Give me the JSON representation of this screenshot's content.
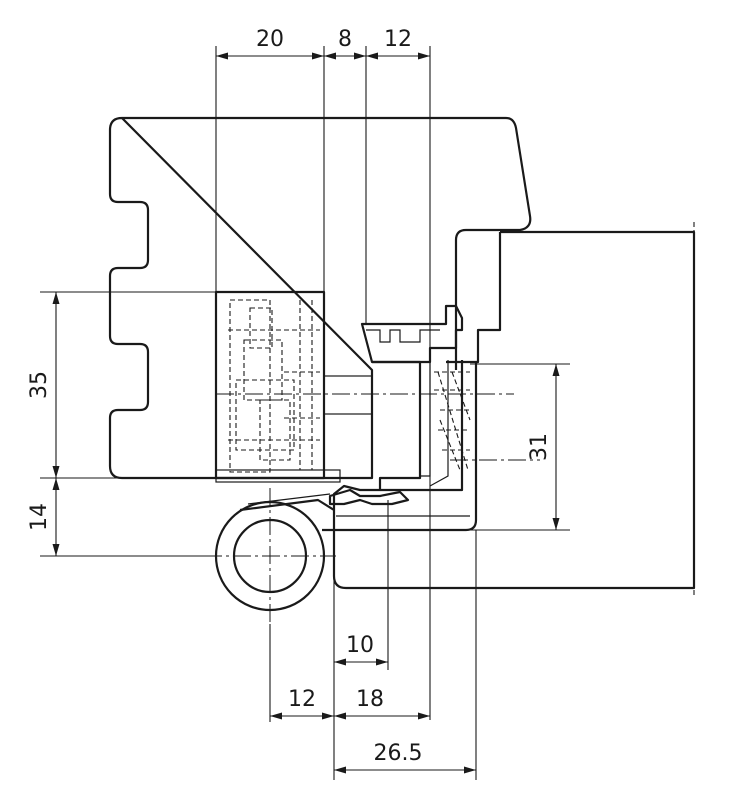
{
  "dimensions": {
    "top_20": "20",
    "top_8": "8",
    "top_12": "12",
    "left_35": "35",
    "left_14": "14",
    "right_31": "31",
    "bottom_10": "10",
    "bottom_12": "12",
    "bottom_18": "18",
    "bottom_26_5": "26.5"
  }
}
